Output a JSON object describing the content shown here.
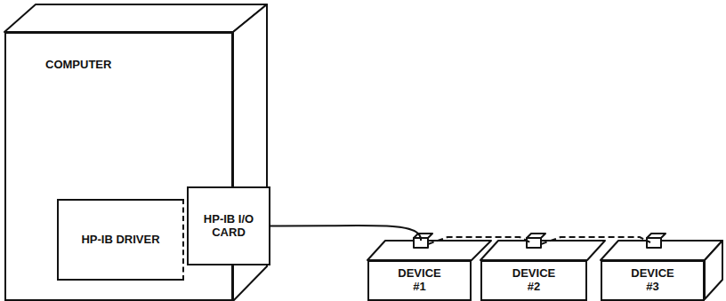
{
  "diagram": {
    "nodes": [
      {
        "text": [
          "COMPUTER"
        ]
      },
      {
        "text": [
          "HP-IB DRIVER"
        ],
        "in": 0
      },
      {
        "text": [
          "HP-IB I/O CARD"
        ],
        "in": 0
      },
      {
        "text": [
          "DEVICE #1"
        ]
      },
      {
        "text": [
          "DEVICE #2"
        ]
      },
      {
        "text": [
          "DEVICE #3"
        ]
      }
    ],
    "edges": [
      {
        "from": 2,
        "to": 3,
        "arrow": "none"
      },
      {
        "from": 3,
        "to": 4,
        "arrow": "none"
      },
      {
        "from": 4,
        "to": 5,
        "arrow": "none"
      }
    ]
  }
}
